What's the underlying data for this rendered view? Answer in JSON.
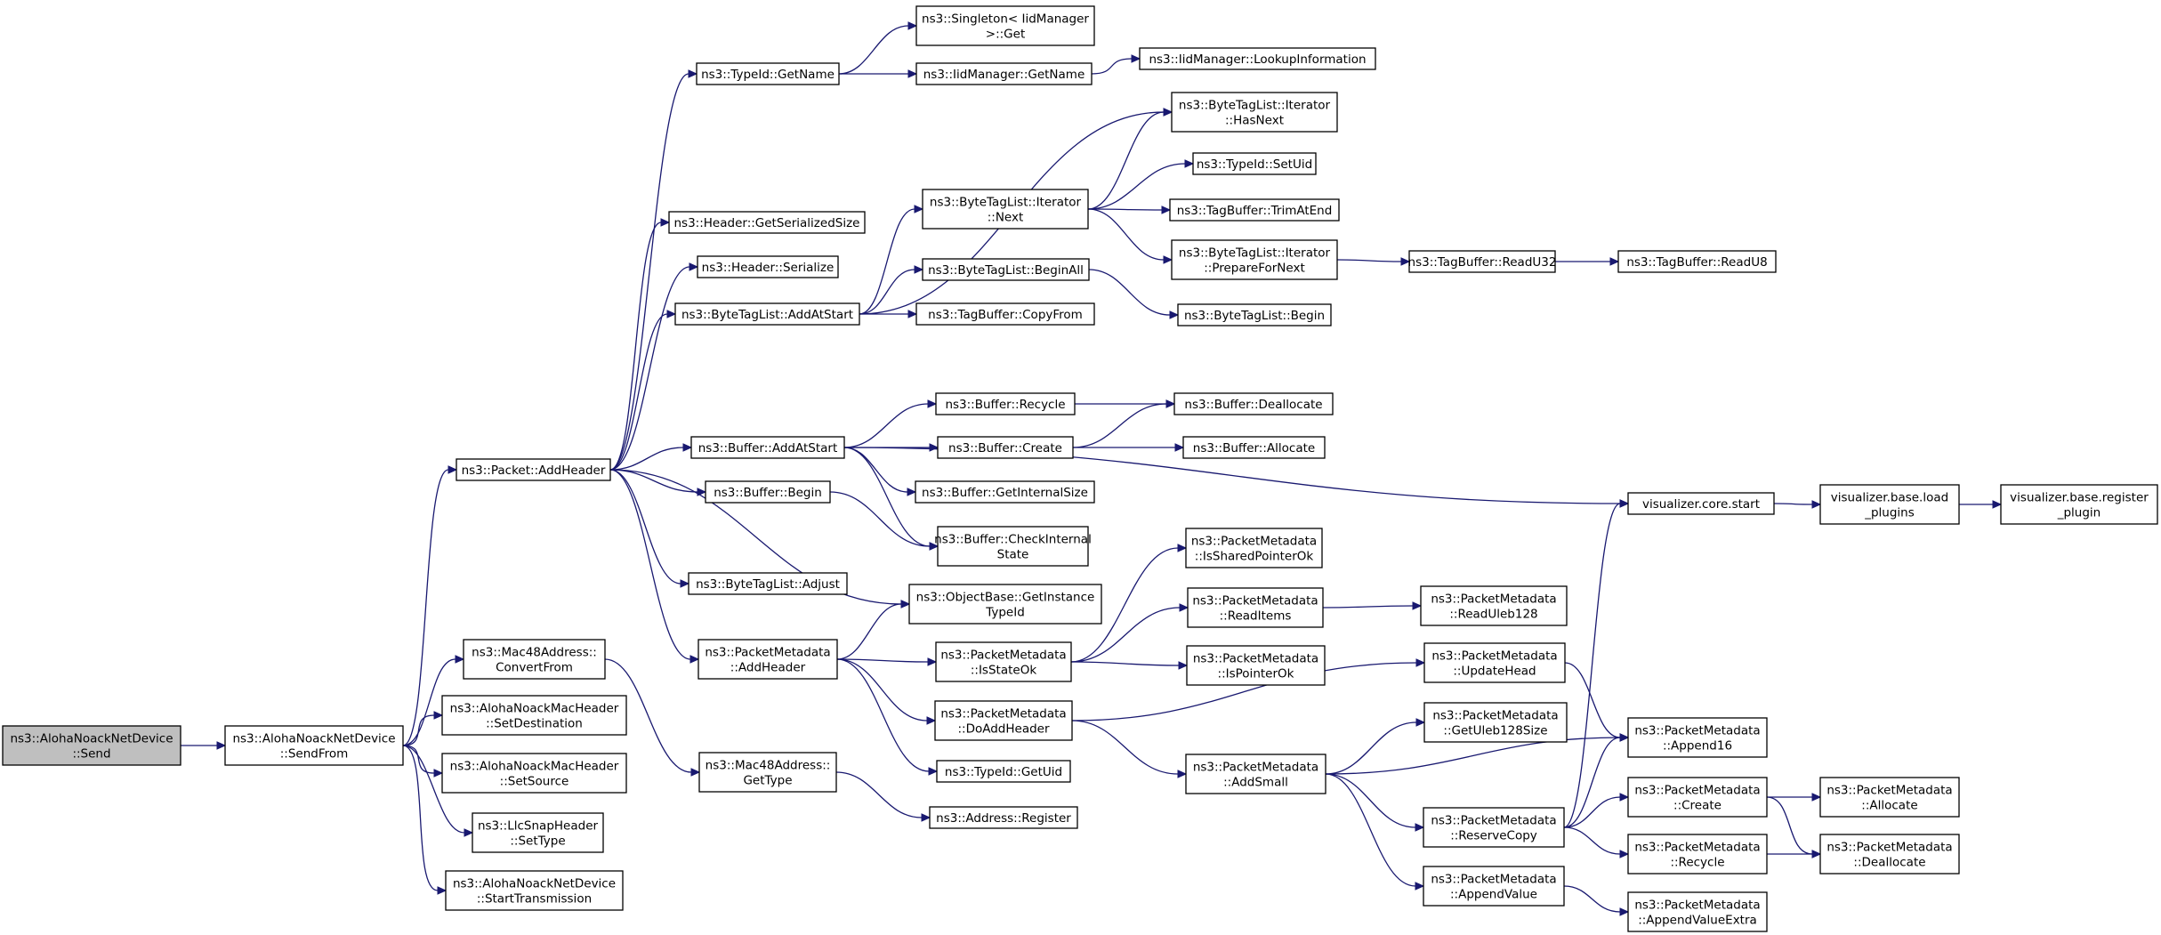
{
  "graph": {
    "colors": {
      "edge": "#191970",
      "node_border": "#000000",
      "root_fill": "#bfbfbf",
      "node_fill": "#ffffff"
    },
    "nodes": [
      {
        "id": "send",
        "lines": [
          "ns3::AlohaNoackNetDevice",
          "::Send"
        ],
        "root": true
      },
      {
        "id": "sendfrom",
        "lines": [
          "ns3::AlohaNoackNetDevice",
          "::SendFrom"
        ]
      },
      {
        "id": "pkt_addheader",
        "lines": [
          "ns3::Packet::AddHeader"
        ]
      },
      {
        "id": "mac48_convertfrom",
        "lines": [
          "ns3::Mac48Address::",
          "ConvertFrom"
        ]
      },
      {
        "id": "setdestination",
        "lines": [
          "ns3::AlohaNoackMacHeader",
          "::SetDestination"
        ]
      },
      {
        "id": "setsource",
        "lines": [
          "ns3::AlohaNoackMacHeader",
          "::SetSource"
        ]
      },
      {
        "id": "llc_settype",
        "lines": [
          "ns3::LlcSnapHeader",
          "::SetType"
        ]
      },
      {
        "id": "starttransmission",
        "lines": [
          "ns3::AlohaNoackNetDevice",
          "::StartTransmission"
        ]
      },
      {
        "id": "typeid_getname",
        "lines": [
          "ns3::TypeId::GetName"
        ]
      },
      {
        "id": "header_getserializedsize",
        "lines": [
          "ns3::Header::GetSerializedSize"
        ]
      },
      {
        "id": "header_serialize",
        "lines": [
          "ns3::Header::Serialize"
        ]
      },
      {
        "id": "btl_addatstart",
        "lines": [
          "ns3::ByteTagList::AddAtStart"
        ]
      },
      {
        "id": "buffer_addatstart",
        "lines": [
          "ns3::Buffer::AddAtStart"
        ]
      },
      {
        "id": "buffer_begin",
        "lines": [
          "ns3::Buffer::Begin"
        ]
      },
      {
        "id": "btl_adjust",
        "lines": [
          "ns3::ByteTagList::Adjust"
        ]
      },
      {
        "id": "pm_addheader",
        "lines": [
          "ns3::PacketMetadata",
          "::AddHeader"
        ]
      },
      {
        "id": "mac48_gettype",
        "lines": [
          "ns3::Mac48Address::",
          "GetType"
        ]
      },
      {
        "id": "singleton_get",
        "lines": [
          "ns3::Singleton< IidManager",
          " >::Get"
        ]
      },
      {
        "id": "iid_getname",
        "lines": [
          "ns3::IidManager::GetName"
        ]
      },
      {
        "id": "iid_lookup",
        "lines": [
          "ns3::IidManager::LookupInformation"
        ]
      },
      {
        "id": "btl_it_hasnext",
        "lines": [
          "ns3::ByteTagList::Iterator",
          "::HasNext"
        ]
      },
      {
        "id": "btl_it_next",
        "lines": [
          "ns3::ByteTagList::Iterator",
          "::Next"
        ]
      },
      {
        "id": "typeid_setuid",
        "lines": [
          "ns3::TypeId::SetUid"
        ]
      },
      {
        "id": "tb_trimatend",
        "lines": [
          "ns3::TagBuffer::TrimAtEnd"
        ]
      },
      {
        "id": "btl_it_preparefornext",
        "lines": [
          "ns3::ByteTagList::Iterator",
          "::PrepareForNext"
        ]
      },
      {
        "id": "tb_readu32",
        "lines": [
          "ns3::TagBuffer::ReadU32"
        ]
      },
      {
        "id": "tb_readu8",
        "lines": [
          "ns3::TagBuffer::ReadU8"
        ]
      },
      {
        "id": "btl_beginall",
        "lines": [
          "ns3::ByteTagList::BeginAll"
        ]
      },
      {
        "id": "tb_copyfrom",
        "lines": [
          "ns3::TagBuffer::CopyFrom"
        ]
      },
      {
        "id": "btl_begin",
        "lines": [
          "ns3::ByteTagList::Begin"
        ]
      },
      {
        "id": "buffer_recycle",
        "lines": [
          "ns3::Buffer::Recycle"
        ]
      },
      {
        "id": "buffer_create",
        "lines": [
          "ns3::Buffer::Create"
        ]
      },
      {
        "id": "buffer_getinternalsize",
        "lines": [
          "ns3::Buffer::GetInternalSize"
        ]
      },
      {
        "id": "buffer_checkinternalstate",
        "lines": [
          "ns3::Buffer::CheckInternal",
          "State"
        ]
      },
      {
        "id": "buffer_deallocate",
        "lines": [
          "ns3::Buffer::Deallocate"
        ]
      },
      {
        "id": "buffer_allocate",
        "lines": [
          "ns3::Buffer::Allocate"
        ]
      },
      {
        "id": "objbase_getinstancetypeid",
        "lines": [
          "ns3::ObjectBase::GetInstance",
          "TypeId"
        ]
      },
      {
        "id": "pm_isstateok",
        "lines": [
          "ns3::PacketMetadata",
          "::IsStateOk"
        ]
      },
      {
        "id": "pm_doaddheader",
        "lines": [
          "ns3::PacketMetadata",
          "::DoAddHeader"
        ]
      },
      {
        "id": "typeid_getuid",
        "lines": [
          "ns3::TypeId::GetUid"
        ]
      },
      {
        "id": "address_register",
        "lines": [
          "ns3::Address::Register"
        ]
      },
      {
        "id": "pm_issharedpointerok",
        "lines": [
          "ns3::PacketMetadata",
          "::IsSharedPointerOk"
        ]
      },
      {
        "id": "pm_readitems",
        "lines": [
          "ns3::PacketMetadata",
          "::ReadItems"
        ]
      },
      {
        "id": "pm_ispointerok",
        "lines": [
          "ns3::PacketMetadata",
          "::IsPointerOk"
        ]
      },
      {
        "id": "pm_readuleb128",
        "lines": [
          "ns3::PacketMetadata",
          "::ReadUleb128"
        ]
      },
      {
        "id": "pm_updatehead",
        "lines": [
          "ns3::PacketMetadata",
          "::UpdateHead"
        ]
      },
      {
        "id": "pm_addsmall",
        "lines": [
          "ns3::PacketMetadata",
          "::AddSmall"
        ]
      },
      {
        "id": "pm_getuleb128size",
        "lines": [
          "ns3::PacketMetadata",
          "::GetUleb128Size"
        ]
      },
      {
        "id": "pm_reservecopy",
        "lines": [
          "ns3::PacketMetadata",
          "::ReserveCopy"
        ]
      },
      {
        "id": "pm_appendvalue",
        "lines": [
          "ns3::PacketMetadata",
          "::AppendValue"
        ]
      },
      {
        "id": "pm_append16",
        "lines": [
          "ns3::PacketMetadata",
          "::Append16"
        ]
      },
      {
        "id": "pm_create",
        "lines": [
          "ns3::PacketMetadata",
          "::Create"
        ]
      },
      {
        "id": "pm_recycle",
        "lines": [
          "ns3::PacketMetadata",
          "::Recycle"
        ]
      },
      {
        "id": "pm_appendvalueextra",
        "lines": [
          "ns3::PacketMetadata",
          "::AppendValueExtra"
        ]
      },
      {
        "id": "pm_allocate",
        "lines": [
          "ns3::PacketMetadata",
          "::Allocate"
        ]
      },
      {
        "id": "pm_deallocate",
        "lines": [
          "ns3::PacketMetadata",
          "::Deallocate"
        ]
      },
      {
        "id": "viz_core_start",
        "lines": [
          "visualizer.core.start"
        ]
      },
      {
        "id": "viz_load_plugins",
        "lines": [
          "visualizer.base.load",
          "_plugins"
        ]
      },
      {
        "id": "viz_register_plugin",
        "lines": [
          "visualizer.base.register",
          "_plugin"
        ]
      }
    ],
    "edges": [
      [
        "send",
        "sendfrom"
      ],
      [
        "sendfrom",
        "pkt_addheader"
      ],
      [
        "sendfrom",
        "mac48_convertfrom"
      ],
      [
        "sendfrom",
        "setdestination"
      ],
      [
        "sendfrom",
        "setsource"
      ],
      [
        "sendfrom",
        "llc_settype"
      ],
      [
        "sendfrom",
        "starttransmission"
      ],
      [
        "pkt_addheader",
        "typeid_getname"
      ],
      [
        "pkt_addheader",
        "header_getserializedsize"
      ],
      [
        "pkt_addheader",
        "header_serialize"
      ],
      [
        "pkt_addheader",
        "btl_addatstart"
      ],
      [
        "pkt_addheader",
        "buffer_addatstart"
      ],
      [
        "pkt_addheader",
        "buffer_begin"
      ],
      [
        "pkt_addheader",
        "btl_adjust"
      ],
      [
        "pkt_addheader",
        "objbase_getinstancetypeid"
      ],
      [
        "pkt_addheader",
        "pm_addheader"
      ],
      [
        "mac48_convertfrom",
        "mac48_gettype"
      ],
      [
        "mac48_gettype",
        "address_register"
      ],
      [
        "typeid_getname",
        "singleton_get"
      ],
      [
        "typeid_getname",
        "iid_getname"
      ],
      [
        "iid_getname",
        "iid_lookup"
      ],
      [
        "btl_addatstart",
        "btl_it_hasnext"
      ],
      [
        "btl_addatstart",
        "btl_it_next"
      ],
      [
        "btl_addatstart",
        "btl_beginall"
      ],
      [
        "btl_addatstart",
        "tb_copyfrom"
      ],
      [
        "btl_it_next",
        "btl_it_hasnext"
      ],
      [
        "btl_it_next",
        "typeid_setuid"
      ],
      [
        "btl_it_next",
        "tb_trimatend"
      ],
      [
        "btl_it_next",
        "btl_it_preparefornext"
      ],
      [
        "btl_it_preparefornext",
        "tb_readu32"
      ],
      [
        "tb_readu32",
        "tb_readu8"
      ],
      [
        "btl_beginall",
        "btl_begin"
      ],
      [
        "buffer_addatstart",
        "buffer_recycle"
      ],
      [
        "buffer_addatstart",
        "buffer_create"
      ],
      [
        "buffer_addatstart",
        "buffer_getinternalsize"
      ],
      [
        "buffer_addatstart",
        "buffer_checkinternalstate"
      ],
      [
        "buffer_addatstart",
        "viz_core_start"
      ],
      [
        "buffer_recycle",
        "buffer_deallocate"
      ],
      [
        "buffer_create",
        "buffer_deallocate"
      ],
      [
        "buffer_create",
        "buffer_allocate"
      ],
      [
        "buffer_begin",
        "buffer_checkinternalstate"
      ],
      [
        "pm_addheader",
        "objbase_getinstancetypeid"
      ],
      [
        "pm_addheader",
        "pm_isstateok"
      ],
      [
        "pm_addheader",
        "pm_doaddheader"
      ],
      [
        "pm_addheader",
        "typeid_getuid"
      ],
      [
        "pm_isstateok",
        "pm_issharedpointerok"
      ],
      [
        "pm_isstateok",
        "pm_readitems"
      ],
      [
        "pm_isstateok",
        "pm_ispointerok"
      ],
      [
        "pm_readitems",
        "pm_readuleb128"
      ],
      [
        "pm_doaddheader",
        "pm_updatehead"
      ],
      [
        "pm_doaddheader",
        "pm_addsmall"
      ],
      [
        "pm_updatehead",
        "pm_append16"
      ],
      [
        "pm_addsmall",
        "pm_getuleb128size"
      ],
      [
        "pm_addsmall",
        "pm_append16"
      ],
      [
        "pm_addsmall",
        "pm_reservecopy"
      ],
      [
        "pm_addsmall",
        "pm_appendvalue"
      ],
      [
        "pm_reservecopy",
        "pm_append16"
      ],
      [
        "pm_reservecopy",
        "pm_create"
      ],
      [
        "pm_reservecopy",
        "pm_recycle"
      ],
      [
        "pm_reservecopy",
        "viz_core_start"
      ],
      [
        "pm_create",
        "pm_allocate"
      ],
      [
        "pm_create",
        "pm_deallocate"
      ],
      [
        "pm_recycle",
        "pm_deallocate"
      ],
      [
        "pm_appendvalue",
        "pm_appendvalueextra"
      ],
      [
        "viz_core_start",
        "viz_load_plugins"
      ],
      [
        "viz_load_plugins",
        "viz_register_plugin"
      ]
    ]
  }
}
